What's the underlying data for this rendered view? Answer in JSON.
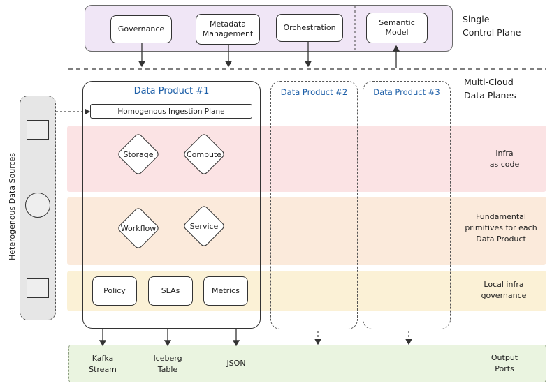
{
  "control_plane": {
    "label_line1": "Single",
    "label_line2": "Control Plane",
    "items": [
      {
        "line1": "Governance",
        "line2": ""
      },
      {
        "line1": "Metadata",
        "line2": "Management"
      },
      {
        "line1": "Orchestration",
        "line2": ""
      },
      {
        "line1": "Semantic",
        "line2": "Model"
      }
    ]
  },
  "data_planes": {
    "label_line1": "Multi-Cloud",
    "label_line2": "Data Planes"
  },
  "sources": {
    "label": "Heterogenous Data Sources"
  },
  "products": {
    "p1": "Data Product #1",
    "p2": "Data Product #2",
    "p3": "Data Product #3",
    "ingestion": "Homogenous Ingestion Plane",
    "storage": "Storage",
    "compute": "Compute",
    "workflow": "Workflow",
    "service": "Service",
    "policy": "Policy",
    "slas": "SLAs",
    "metrics": "Metrics"
  },
  "bands": {
    "infra_line1": "Infra",
    "infra_line2": "as code",
    "fund_line1": "Fundamental",
    "fund_line2": "primitives for each",
    "fund_line3": "Data Product",
    "local_line1": "Local infra",
    "local_line2": "governance"
  },
  "outputs": {
    "kafka_line1": "Kafka",
    "kafka_line2": "Stream",
    "iceberg_line1": "Iceberg",
    "iceberg_line2": "Table",
    "json": "JSON",
    "ports_line1": "Output",
    "ports_line2": "Ports"
  },
  "colors": {
    "control_plane_fill": "#f0e6f6",
    "infra_band": "#fbe3e4",
    "fundamental_band": "#fbeadb",
    "governance_band": "#fbf1d6",
    "output_band": "#eaf4e0",
    "title_blue": "#1d5fa8"
  }
}
